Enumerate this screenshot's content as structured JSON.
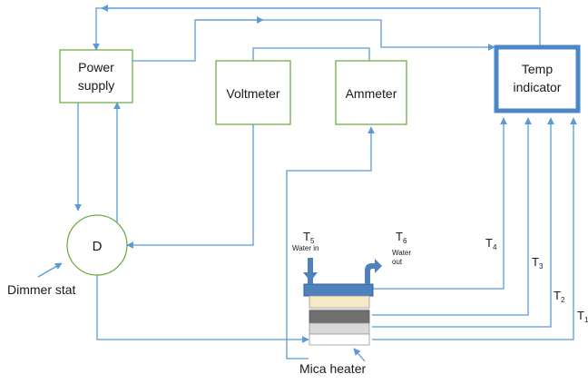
{
  "boxes": {
    "power_supply": {
      "line1": "Power",
      "line2": "supply"
    },
    "voltmeter": "Voltmeter",
    "ammeter": "Ammeter",
    "temp_indicator": {
      "line1": "Temp",
      "line2": "indicator"
    },
    "dimmer": "D"
  },
  "labels": {
    "dimmer_stat": "Dimmer stat",
    "mica_heater": "Mica heater",
    "water_in": "Water in",
    "water_out_line1": "Water",
    "water_out_line2": "out"
  },
  "thermocouples": {
    "T1": {
      "base": "T",
      "sub": "1"
    },
    "T2": {
      "base": "T",
      "sub": "2"
    },
    "T3": {
      "base": "T",
      "sub": "3"
    },
    "T4": {
      "base": "T",
      "sub": "4"
    },
    "T5": {
      "base": "T",
      "sub": "5"
    },
    "T6": {
      "base": "T",
      "sub": "6"
    }
  },
  "colors": {
    "wire": "#5b9bd5",
    "box_border": "#70ad47",
    "indicator_border": "#4a86c8",
    "heater_top": "#4f81bd",
    "heater_cream": "#f5e9c6",
    "heater_dark": "#6f6f6f",
    "heater_light": "#d9d9d9"
  }
}
